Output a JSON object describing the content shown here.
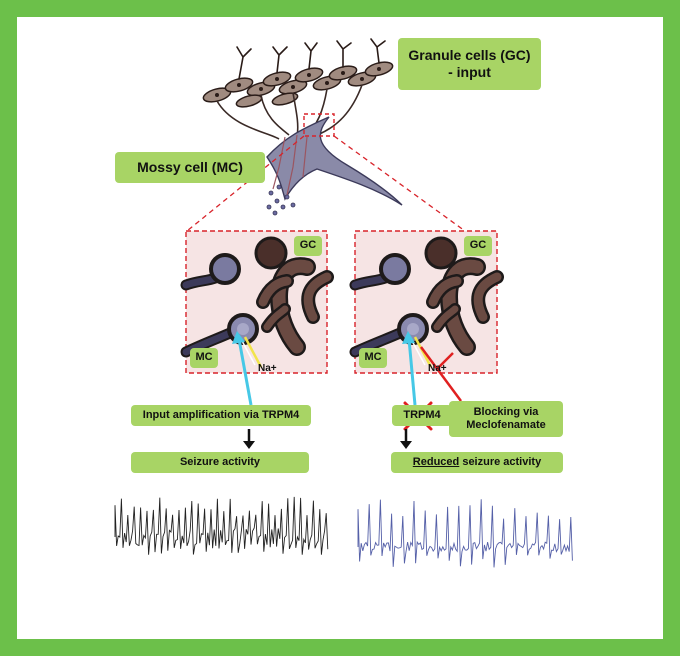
{
  "labels": {
    "gc_title_line1": "Granule cells (GC)",
    "gc_title_line2": "- input",
    "mc_title": "Mossy cell (MC)",
    "panel_left_gc": "GC",
    "panel_left_mc": "MC",
    "panel_left_na": "Na+",
    "panel_right_gc": "GC",
    "panel_right_mc": "MC",
    "panel_right_na": "Na+",
    "input_amplification": "Input amplification via TRPM4",
    "seizure_activity": "Seizure activity",
    "trpm4": "TRPM4",
    "blocking_line1": "Blocking via",
    "blocking_line2": "Meclofenamate",
    "reduced_word": "Reduced",
    "reduced_rest": " seizure activity"
  },
  "colors": {
    "frame_green": "#6cc04a",
    "label_green": "#a8d465",
    "dashed_red": "#d8232a",
    "cyan_arrow": "#46c8e6",
    "yellow_arrow": "#f1e44a",
    "block_red": "#e02020",
    "trace_left": "#222222",
    "trace_right": "#5560a8",
    "mc_body": "#3c3a5a",
    "gc_body": "#4a2f2a"
  }
}
